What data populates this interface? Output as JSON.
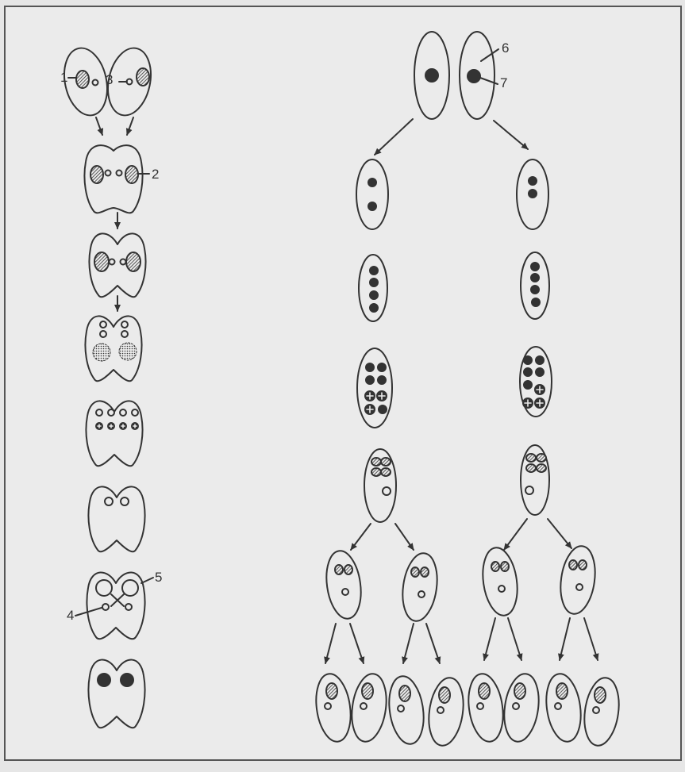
{
  "colors": {
    "background": "#e6e6e6",
    "paper": "#ebebeb",
    "ink": "#333333",
    "frame": "#555555"
  },
  "labels": {
    "l1": "1",
    "l2": "2",
    "l3": "3",
    "l4": "4",
    "l5": "5",
    "l6": "6",
    "l7": "7"
  }
}
